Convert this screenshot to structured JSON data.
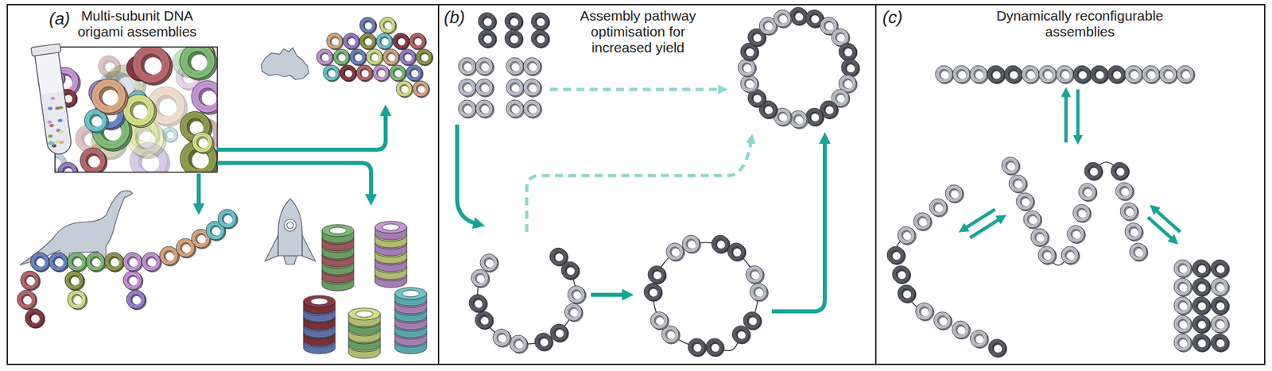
{
  "diagram": {
    "nodes": [
      {
        "text": [
          "(a)",
          "Multi-subunit DNA origami assemblies"
        ]
      },
      {
        "text": [
          "(b)",
          "Assembly pathway optimisation for increased yield"
        ]
      },
      {
        "text": [
          "(c)",
          "Dynamically reconfigurable assemblies"
        ]
      }
    ]
  }
}
